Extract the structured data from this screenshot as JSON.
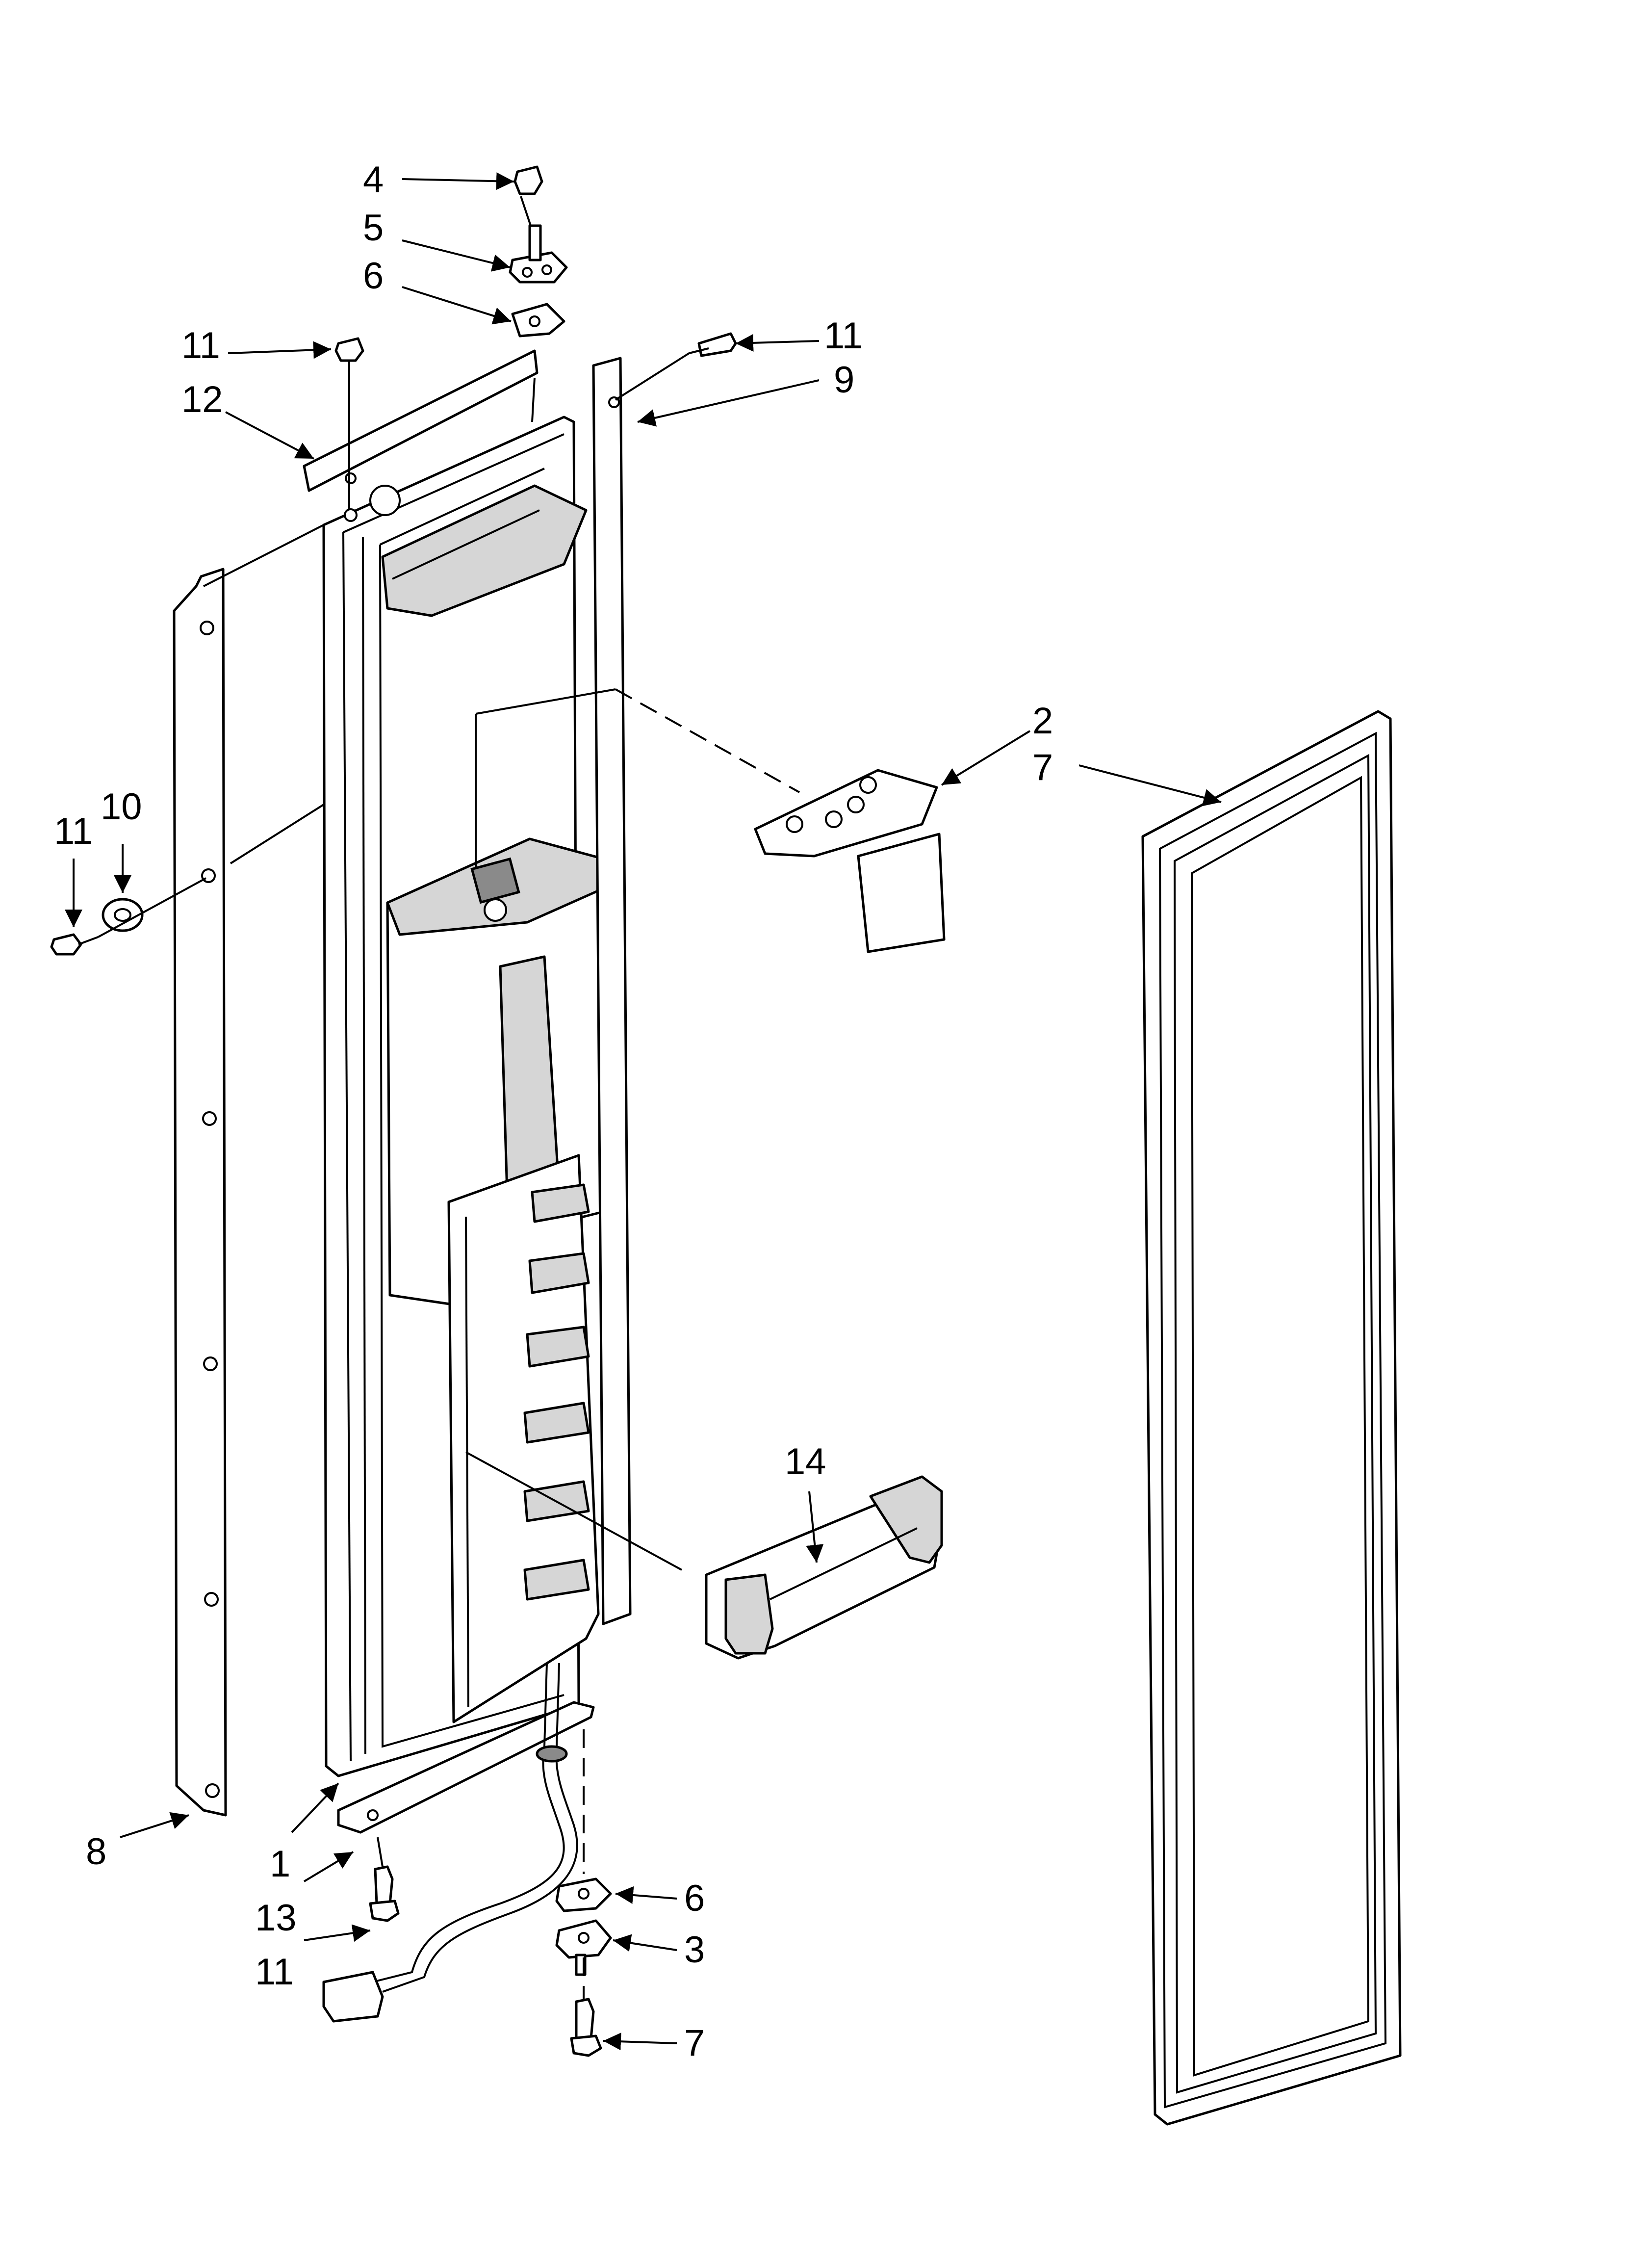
{
  "diagram": {
    "callouts": {
      "c1": "1",
      "c2": "2",
      "c3": "3",
      "c4": "4",
      "c5": "5",
      "c6_top": "6",
      "c6_bottom": "6",
      "c7_right": "7",
      "c7_bottom": "7",
      "c8": "8",
      "c9": "9",
      "c10": "10",
      "c11_top_left": "11",
      "c11_top_right": "11",
      "c11_left": "11",
      "c11_bottom": "11",
      "c12": "12",
      "c13": "13",
      "c14": "14"
    }
  }
}
